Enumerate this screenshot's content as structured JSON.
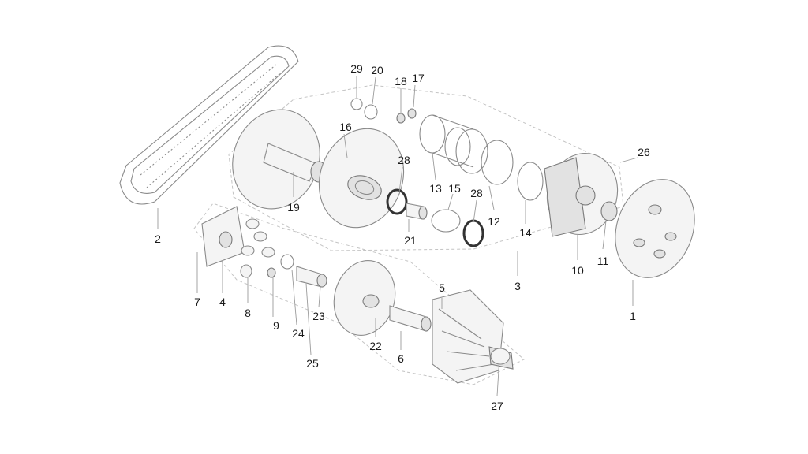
{
  "callouts": [
    {
      "id": "c1",
      "text": "1"
    },
    {
      "id": "c2",
      "text": "2"
    },
    {
      "id": "c3",
      "text": "3"
    },
    {
      "id": "c4",
      "text": "4"
    },
    {
      "id": "c5",
      "text": "5"
    },
    {
      "id": "c6",
      "text": "6"
    },
    {
      "id": "c7",
      "text": "7"
    },
    {
      "id": "c8",
      "text": "8"
    },
    {
      "id": "c9",
      "text": "9"
    },
    {
      "id": "c10",
      "text": "10"
    },
    {
      "id": "c11",
      "text": "11"
    },
    {
      "id": "c12",
      "text": "12"
    },
    {
      "id": "c13",
      "text": "13"
    },
    {
      "id": "c14",
      "text": "14"
    },
    {
      "id": "c15",
      "text": "15"
    },
    {
      "id": "c16",
      "text": "16"
    },
    {
      "id": "c17",
      "text": "17"
    },
    {
      "id": "c18",
      "text": "18"
    },
    {
      "id": "c19",
      "text": "19"
    },
    {
      "id": "c20",
      "text": "20"
    },
    {
      "id": "c21",
      "text": "21"
    },
    {
      "id": "c22",
      "text": "22"
    },
    {
      "id": "c23",
      "text": "23"
    },
    {
      "id": "c24",
      "text": "24"
    },
    {
      "id": "c25",
      "text": "25"
    },
    {
      "id": "c26",
      "text": "26"
    },
    {
      "id": "c27",
      "text": "27"
    },
    {
      "id": "c28a",
      "text": "28"
    },
    {
      "id": "c28b",
      "text": "28"
    },
    {
      "id": "c29",
      "text": "29"
    }
  ]
}
